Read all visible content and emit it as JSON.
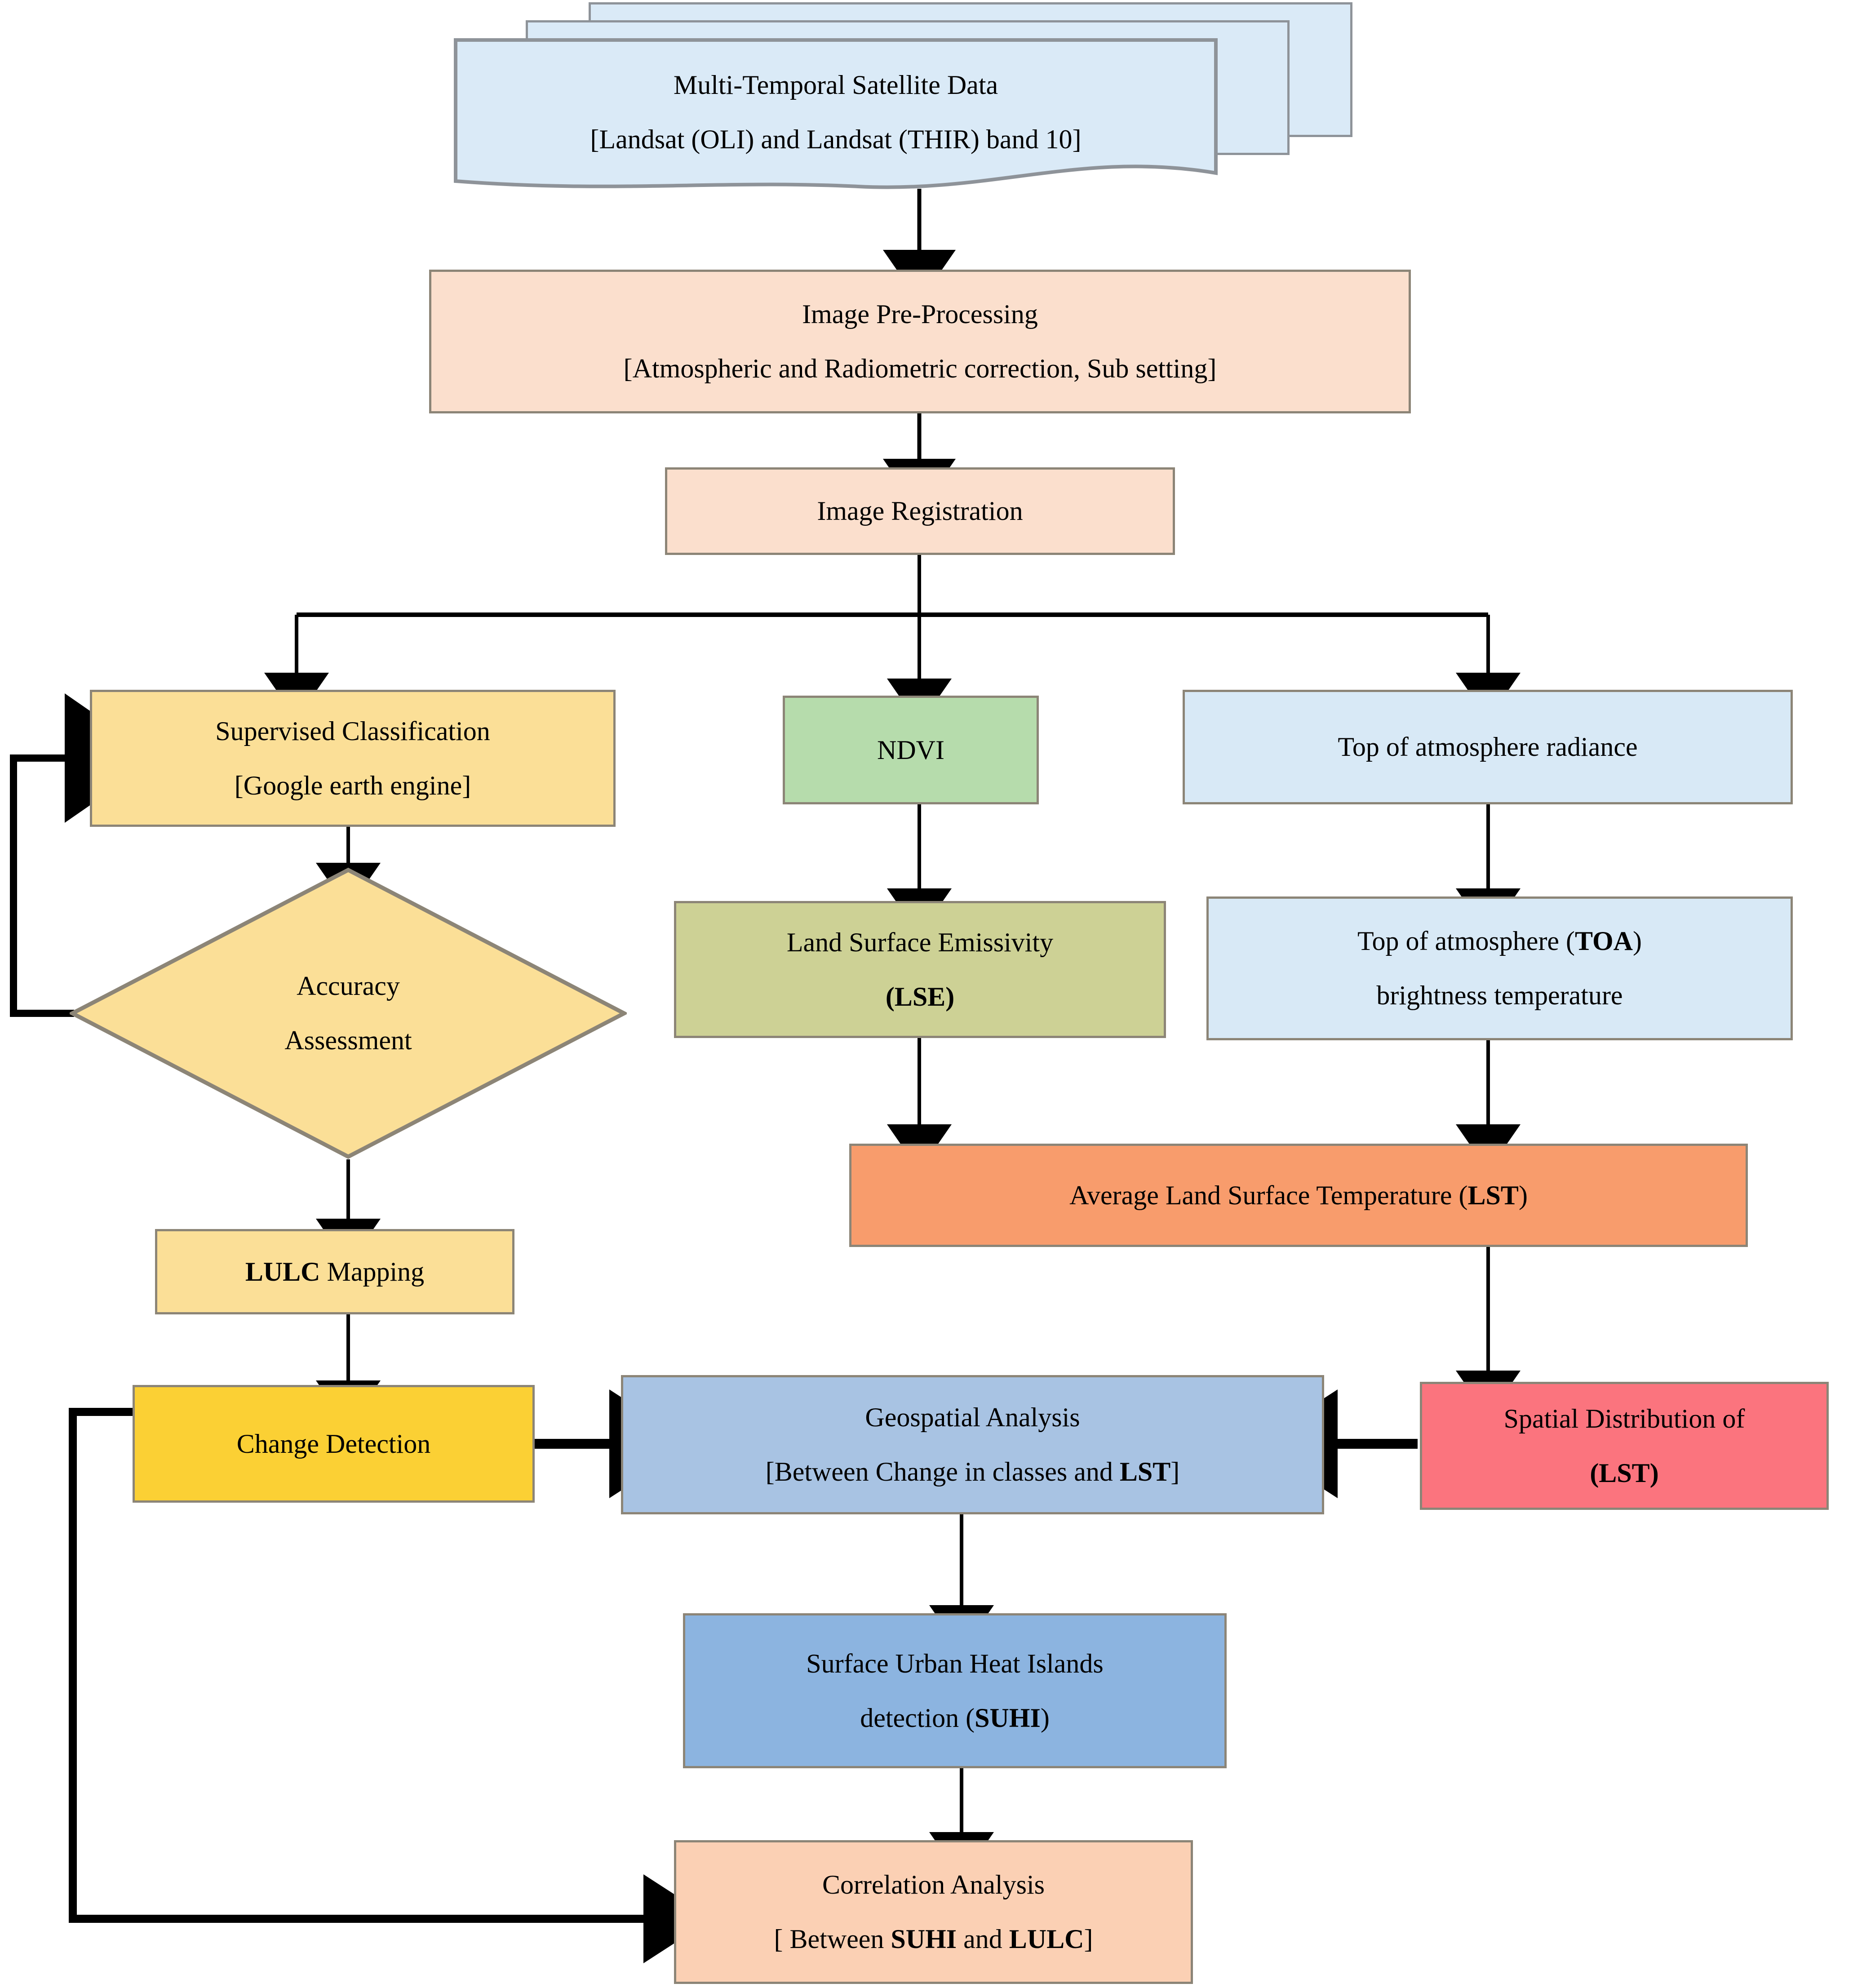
{
  "diagram": {
    "title": "Remote Sensing SUHI / LULC Methodology Flowchart",
    "type": "flowchart",
    "colors": {
      "document_fill": "#daeaf7",
      "document_border": "#8e9399",
      "peach_fill": "#fbdfcd",
      "light_blue_fill": "#d8e9f6",
      "yellow_fill": "#fbdf97",
      "green_fill": "#b6dcac",
      "olive_fill": "#cdd195",
      "orange_fill": "#f89c6c",
      "steel_blue_fill": "#a8c3e3",
      "medium_blue_fill": "#8cb4e0",
      "red_fill": "#fb747e",
      "salmon_fill": "#fbd0b4",
      "node_border": "#8c8577",
      "arrow": "#000000"
    },
    "nodes": [
      {
        "id": "satellite-data",
        "shape": "multi-document",
        "lines": [
          "Multi-Temporal Satellite Data",
          "[Landsat (OLI) and Landsat (THIR) band 10]"
        ]
      },
      {
        "id": "image-pre-processing",
        "shape": "rect",
        "lines": [
          "Image Pre-Processing",
          "[Atmospheric and Radiometric correction, Sub setting]"
        ]
      },
      {
        "id": "image-registration",
        "shape": "rect",
        "lines": [
          "Image Registration"
        ]
      },
      {
        "id": "supervised-classification",
        "shape": "rect",
        "lines": [
          "Supervised Classification",
          "[Google earth engine]"
        ]
      },
      {
        "id": "ndvi",
        "shape": "rect",
        "lines": [
          "NDVI"
        ]
      },
      {
        "id": "toa-radiance",
        "shape": "rect",
        "lines": [
          "Top of atmosphere radiance"
        ]
      },
      {
        "id": "accuracy-assessment",
        "shape": "diamond",
        "lines": [
          "Accuracy",
          "Assessment"
        ]
      },
      {
        "id": "land-surface-emissivity",
        "shape": "rect",
        "lines": [
          "Land Surface Emissivity",
          "(LSE)"
        ]
      },
      {
        "id": "toa-brightness-temperature",
        "shape": "rect",
        "lines": [
          "Top of atmosphere (TOA)",
          "brightness temperature"
        ]
      },
      {
        "id": "average-lst",
        "shape": "rect",
        "lines": [
          "Average Land Surface Temperature (LST)"
        ]
      },
      {
        "id": "lulc-mapping",
        "shape": "rect",
        "lines": [
          "LULC Mapping"
        ]
      },
      {
        "id": "change-detection",
        "shape": "rect",
        "lines": [
          "Change Detection"
        ]
      },
      {
        "id": "geospatial-analysis",
        "shape": "rect",
        "lines": [
          "Geospatial Analysis",
          "[Between Change in classes and LST]"
        ]
      },
      {
        "id": "spatial-distribution-lst",
        "shape": "rect",
        "lines": [
          "Spatial Distribution of",
          "(LST)"
        ]
      },
      {
        "id": "suhi-detection",
        "shape": "rect",
        "lines": [
          "Surface Urban Heat Islands",
          "detection (SUHI)"
        ]
      },
      {
        "id": "correlation-analysis",
        "shape": "rect",
        "lines": [
          "Correlation Analysis",
          "[ Between SUHI and LULC]"
        ]
      }
    ],
    "edges": [
      {
        "from": "satellite-data",
        "to": "image-pre-processing"
      },
      {
        "from": "image-pre-processing",
        "to": "image-registration"
      },
      {
        "from": "image-registration",
        "to": "supervised-classification"
      },
      {
        "from": "image-registration",
        "to": "ndvi"
      },
      {
        "from": "image-registration",
        "to": "toa-radiance"
      },
      {
        "from": "supervised-classification",
        "to": "accuracy-assessment"
      },
      {
        "from": "accuracy-assessment",
        "to": "supervised-classification",
        "note": "feedback loop"
      },
      {
        "from": "accuracy-assessment",
        "to": "lulc-mapping"
      },
      {
        "from": "ndvi",
        "to": "land-surface-emissivity"
      },
      {
        "from": "toa-radiance",
        "to": "toa-brightness-temperature"
      },
      {
        "from": "land-surface-emissivity",
        "to": "average-lst"
      },
      {
        "from": "toa-brightness-temperature",
        "to": "average-lst"
      },
      {
        "from": "lulc-mapping",
        "to": "change-detection"
      },
      {
        "from": "change-detection",
        "to": "geospatial-analysis"
      },
      {
        "from": "average-lst",
        "to": "spatial-distribution-lst"
      },
      {
        "from": "spatial-distribution-lst",
        "to": "geospatial-analysis"
      },
      {
        "from": "geospatial-analysis",
        "to": "suhi-detection"
      },
      {
        "from": "suhi-detection",
        "to": "correlation-analysis"
      },
      {
        "from": "change-detection",
        "to": "correlation-analysis",
        "note": "feedback loop"
      }
    ]
  },
  "labels": {
    "satellite_data_l1": "Multi-Temporal Satellite Data",
    "satellite_data_l2": "[Landsat (OLI) and Landsat (THIR) band 10]",
    "pre_processing_l1": "Image Pre-Processing",
    "pre_processing_l2": "[Atmospheric and Radiometric correction, Sub setting]",
    "registration_l1": "Image Registration",
    "supervised_l1": "Supervised Classification",
    "supervised_l2": "[Google earth engine]",
    "ndvi_l1": "NDVI",
    "toa_radiance_l1": "Top of atmosphere radiance",
    "accuracy_l1": "Accuracy",
    "accuracy_l2": "Assessment",
    "lse_l1": "Land Surface Emissivity",
    "lse_l2_bold": "(LSE)",
    "toa_bt_l1_a": "Top of atmosphere (",
    "toa_bt_l1_bold": "TOA",
    "toa_bt_l1_b": ")",
    "toa_bt_l2": "brightness temperature",
    "avg_lst_a": "Average Land Surface Temperature (",
    "avg_lst_bold": "LST",
    "avg_lst_b": ")",
    "lulc_bold": "LULC",
    "lulc_rest": " Mapping",
    "change_detection_l1": "Change Detection",
    "geospatial_l1": "Geospatial Analysis",
    "geospatial_l2_a": "[Between Change in classes and ",
    "geospatial_l2_bold": "LST",
    "geospatial_l2_b": "]",
    "spatial_dist_l1": "Spatial Distribution of",
    "spatial_dist_l2_bold": "(LST)",
    "suhi_l1": "Surface Urban Heat Islands",
    "suhi_l2_a": "detection (",
    "suhi_l2_bold": "SUHI",
    "suhi_l2_b": ")",
    "correlation_l1": "Correlation Analysis",
    "correlation_l2_a": "[ Between ",
    "correlation_l2_bold1": "SUHI",
    "correlation_l2_mid": " and ",
    "correlation_l2_bold2": "LULC",
    "correlation_l2_b": "]"
  }
}
